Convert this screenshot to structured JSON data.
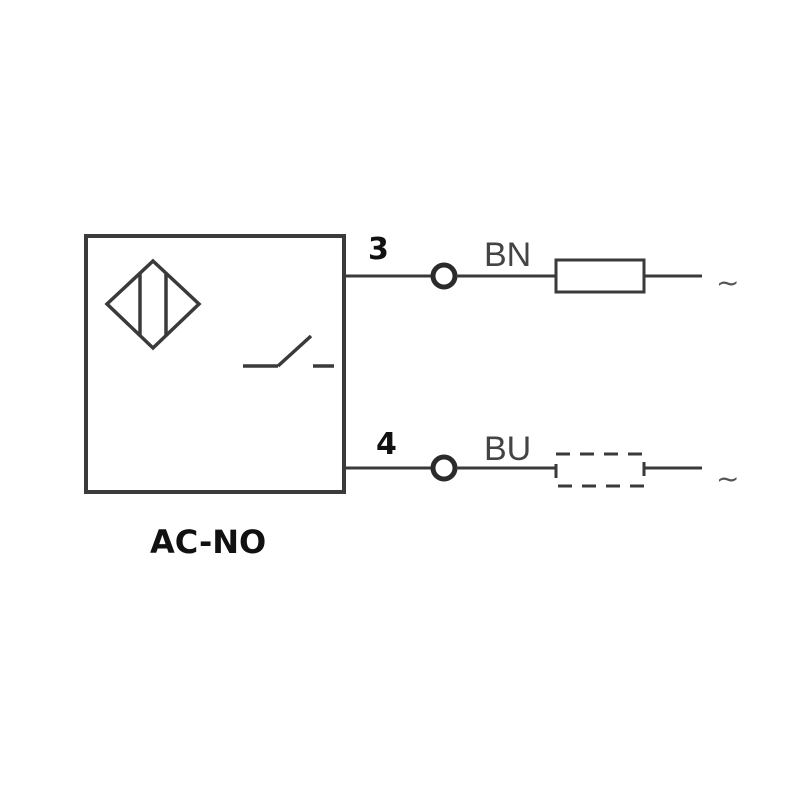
{
  "diagram": {
    "title": "AC-NO",
    "sensor": {
      "symbol": "inductive-proximity-sensor",
      "switch": "normally-open-contact"
    },
    "terminals": [
      {
        "pin": "3",
        "wire_color": "BN",
        "load": "resistor-solid",
        "supply": "~"
      },
      {
        "pin": "4",
        "wire_color": "BU",
        "load": "resistor-dashed",
        "supply": "~"
      }
    ]
  }
}
